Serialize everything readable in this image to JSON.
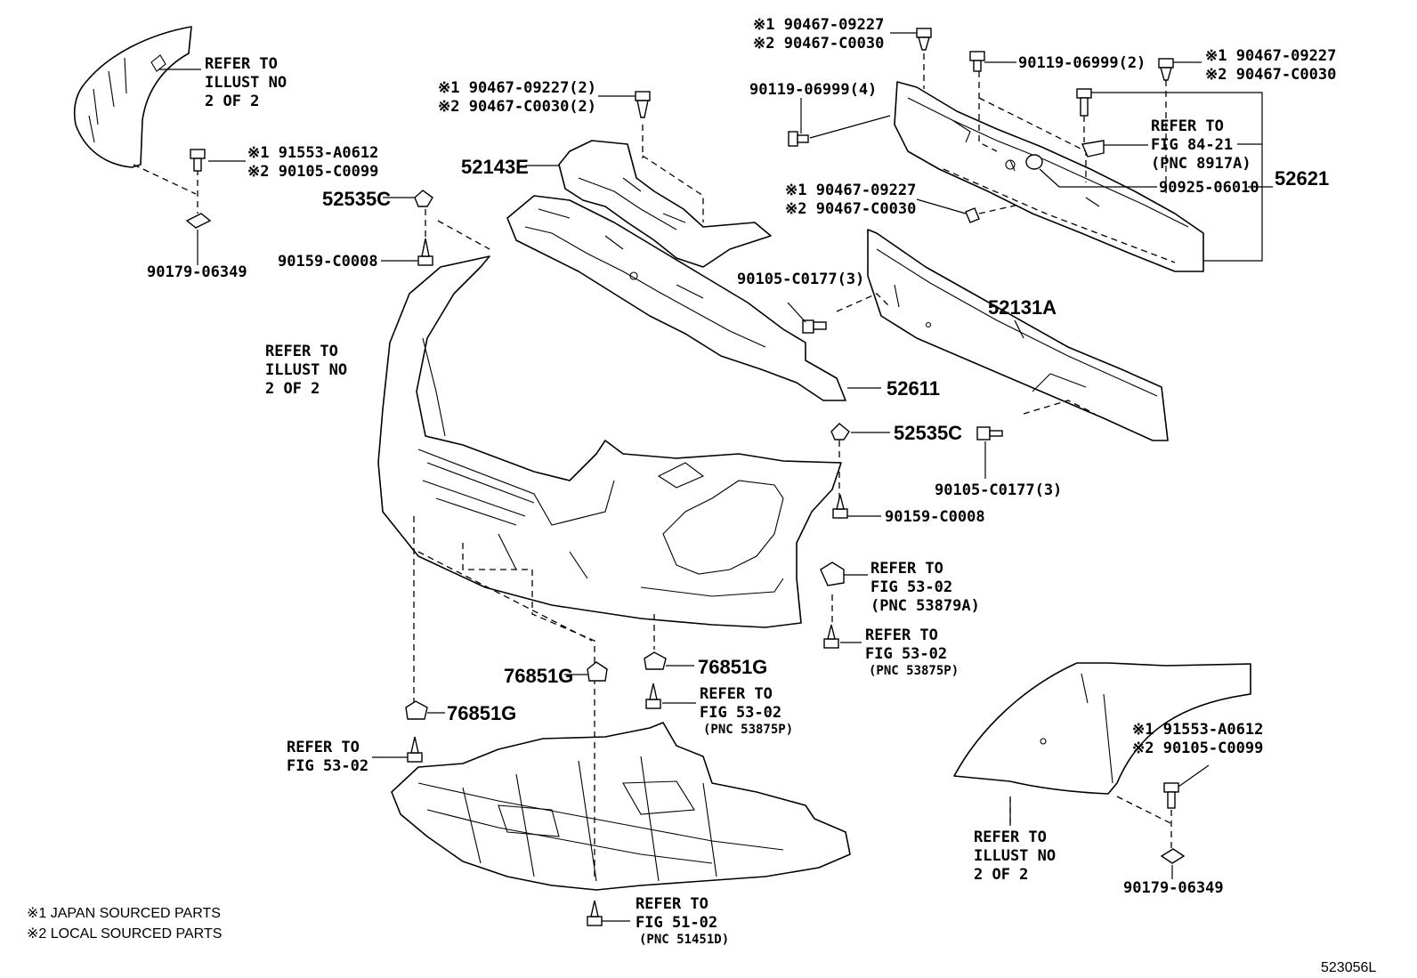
{
  "diagram_id": "523056L",
  "footnotes": [
    "※1 JAPAN SOURCED PARTS",
    "※2 LOCAL SOURCED PARTS"
  ],
  "labels": {
    "ref_tl_1": "REFER TO",
    "ref_tl_2": "ILLUST NO",
    "ref_tl_3": "2 OF 2",
    "ref_ml_1": "REFER TO",
    "ref_ml_2": "ILLUST NO",
    "ref_ml_3": "2 OF 2",
    "ref_br_1": "REFER TO",
    "ref_br_2": "ILLUST NO",
    "ref_br_3": "2 OF 2",
    "tl_bolt_1": "※1 91553-A0612",
    "tl_bolt_2": "※2 90105-C0099",
    "tl_nut": "90179-06349",
    "p52535c_top": "52535C",
    "p90159_top": "90159-C0008",
    "clip_mid_1": "※1 90467-09227(2)",
    "clip_mid_2": "※2 90467-C0030(2)",
    "p52143e": "52143E",
    "clip_top_1": "※1 90467-09227",
    "clip_top_2": "※2 90467-C0030",
    "p90119_4": "90119-06999(4)",
    "p90119_2": "90119-06999(2)",
    "clip_tr_1": "※1 90467-09227",
    "clip_tr_2": "※2 90467-C0030",
    "ref_84_1": "REFER TO",
    "ref_84_2": "FIG 84-21",
    "ref_84_3": "(PNC 8917A)",
    "p90925": "90925-06010",
    "p52621": "52621",
    "clip_rm_1": "※1 90467-09227",
    "clip_rm_2": "※2 90467-C0030",
    "p90105_a": "90105-C0177(3)",
    "p52131a": "52131A",
    "p52611": "52611",
    "p52535c_mid": "52535C",
    "p90105_b": "90105-C0177(3)",
    "p90159_mid": "90159-C0008",
    "ref_53a_1": "REFER TO",
    "ref_53a_2": "FIG 53-02",
    "ref_53a_3": "(PNC 53879A)",
    "ref_53b_1": "REFER TO",
    "ref_53b_2": "FIG 53-02",
    "ref_53b_3": "(PNC 53875P)",
    "p76851g_a": "76851G",
    "p76851g_b": "76851G",
    "ref_53c_1": "REFER TO",
    "ref_53c_2": "FIG 53-02",
    "ref_53c_3": "(PNC 53875P)",
    "p76851g_c": "76851G",
    "ref_53d_1": "REFER TO",
    "ref_53d_2": "FIG 53-02",
    "br_bolt_1": "※1 91553-A0612",
    "br_bolt_2": "※2 90105-C0099",
    "br_nut": "90179-06349",
    "ref_51_1": "REFER TO",
    "ref_51_2": "FIG 51-02",
    "ref_51_3": "(PNC 51451D)"
  }
}
